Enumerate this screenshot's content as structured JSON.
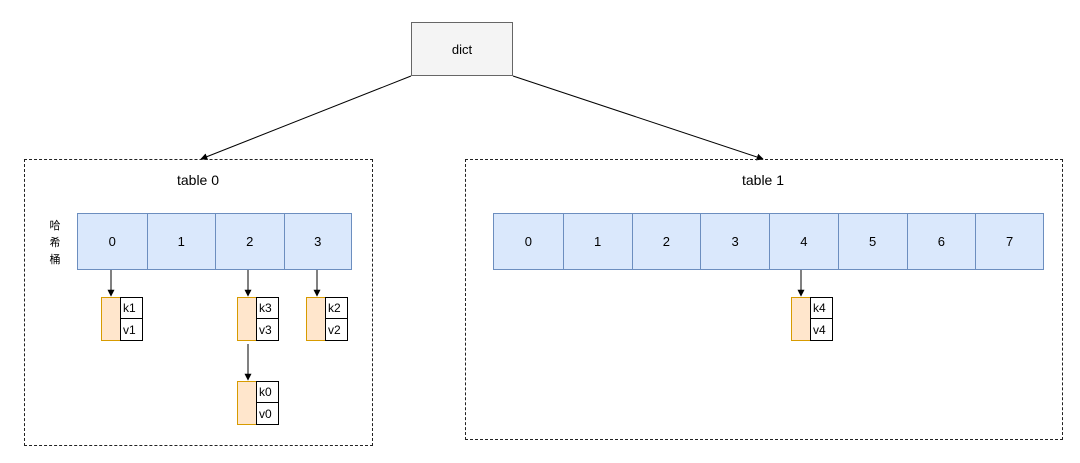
{
  "dict": {
    "label": "dict"
  },
  "tables": [
    {
      "title": "table 0",
      "side_label": [
        "哈",
        "希",
        "桶"
      ],
      "buckets": [
        "0",
        "1",
        "2",
        "3"
      ],
      "entries": [
        {
          "bucket": "0",
          "key": "k1",
          "value": "v1"
        },
        {
          "bucket": "2",
          "key": "k3",
          "value": "v3"
        },
        {
          "bucket": "2",
          "key": "k0",
          "value": "v0"
        },
        {
          "bucket": "3",
          "key": "k2",
          "value": "v2"
        }
      ]
    },
    {
      "title": "table 1",
      "buckets": [
        "0",
        "1",
        "2",
        "3",
        "4",
        "5",
        "6",
        "7"
      ],
      "entries": [
        {
          "bucket": "4",
          "key": "k4",
          "value": "v4"
        }
      ]
    }
  ],
  "colors": {
    "bucket_fill": "#dae8fc",
    "bucket_stroke": "#6c8ebf",
    "entry_fill": "#ffe6cc",
    "entry_stroke": "#d79b00",
    "dict_fill": "#f4f4f4"
  }
}
